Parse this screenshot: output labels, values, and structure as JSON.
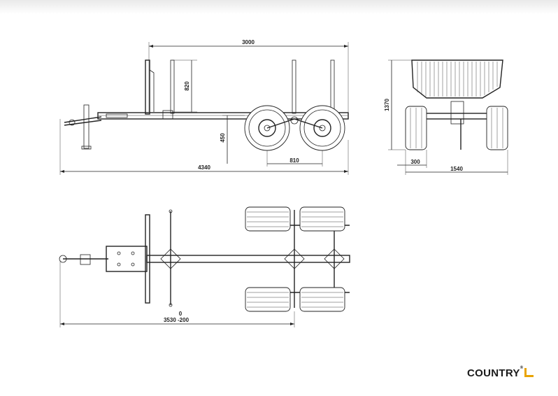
{
  "drawing": {
    "side_view": {
      "dim_total_length": "4340",
      "dim_bed_length": "3000",
      "dim_stake_height": "820",
      "dim_frame_height": "450",
      "dim_axle_spacing": "810"
    },
    "rear_view": {
      "dim_height": "1370",
      "dim_track_offset": "300",
      "dim_width": "1540"
    },
    "top_view": {
      "dim_length_zero": "0",
      "dim_length": "3530 -200"
    }
  },
  "brand": {
    "name": "COUNTRY",
    "reg": "®",
    "accent_color": "#e9a400"
  }
}
